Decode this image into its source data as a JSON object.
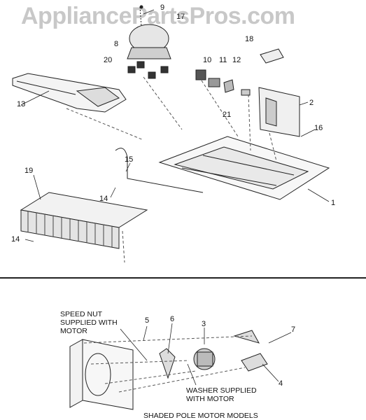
{
  "watermark": "AppliancePartsPros.com",
  "callouts": {
    "c1": "1",
    "c2": "2",
    "c8": "8",
    "c9": "9",
    "c10": "10",
    "c11": "11",
    "c12": "12",
    "c13": "13",
    "c14a": "14",
    "c14b": "14",
    "c15": "15",
    "c16": "16",
    "c17": "17",
    "c18": "18",
    "c19": "19",
    "c20": "20",
    "c21": "21",
    "d3": "3",
    "d4": "4",
    "d5": "5",
    "d6": "6",
    "d7": "7"
  },
  "notes": {
    "speed_nut_1": "SPEED NUT",
    "speed_nut_2": "SUPPLIED WITH",
    "speed_nut_3": "MOTOR",
    "washer_1": "WASHER SUPPLIED",
    "washer_2": "WITH MOTOR"
  },
  "caption": "SHADED POLE MOTOR MODELS"
}
